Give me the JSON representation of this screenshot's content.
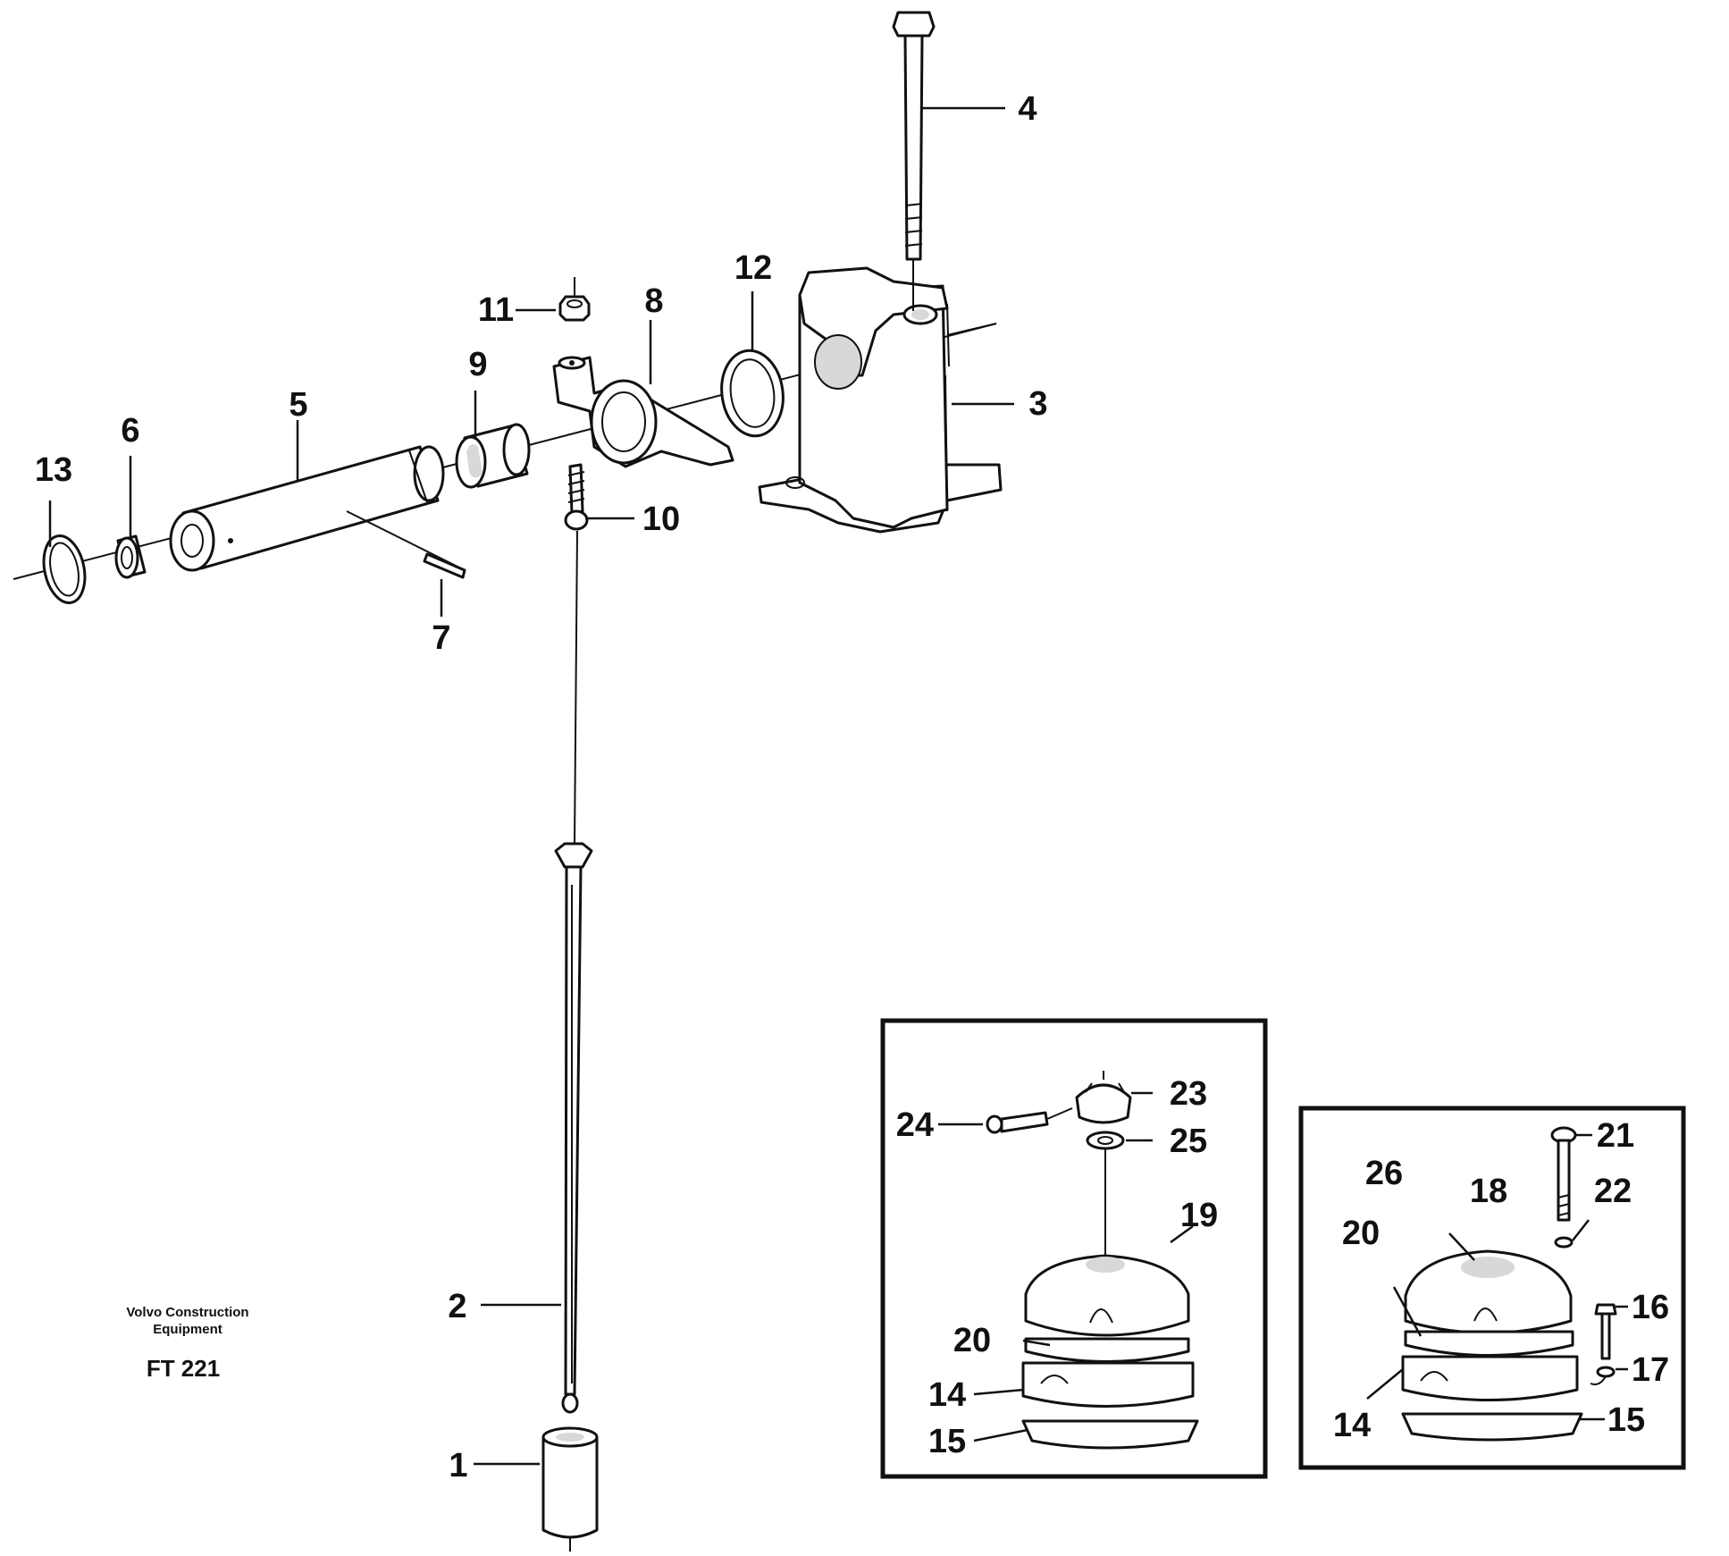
{
  "caption": {
    "company_line1": "Volvo Construction",
    "company_line2": "Equipment",
    "figure_code": "FT 221"
  },
  "callouts": {
    "c1": "1",
    "c2": "2",
    "c3": "3",
    "c4": "4",
    "c5": "5",
    "c6": "6",
    "c7": "7",
    "c8": "8",
    "c9": "9",
    "c10": "10",
    "c11": "11",
    "c12": "12",
    "c13": "13",
    "a14": "14",
    "a15": "15",
    "a19": "19",
    "a20": "20",
    "a23": "23",
    "a24": "24",
    "a25": "25",
    "b14": "14",
    "b15": "15",
    "b16": "16",
    "b17": "17",
    "b18": "18",
    "b20": "20",
    "b21": "21",
    "b22": "22",
    "b26": "26"
  }
}
